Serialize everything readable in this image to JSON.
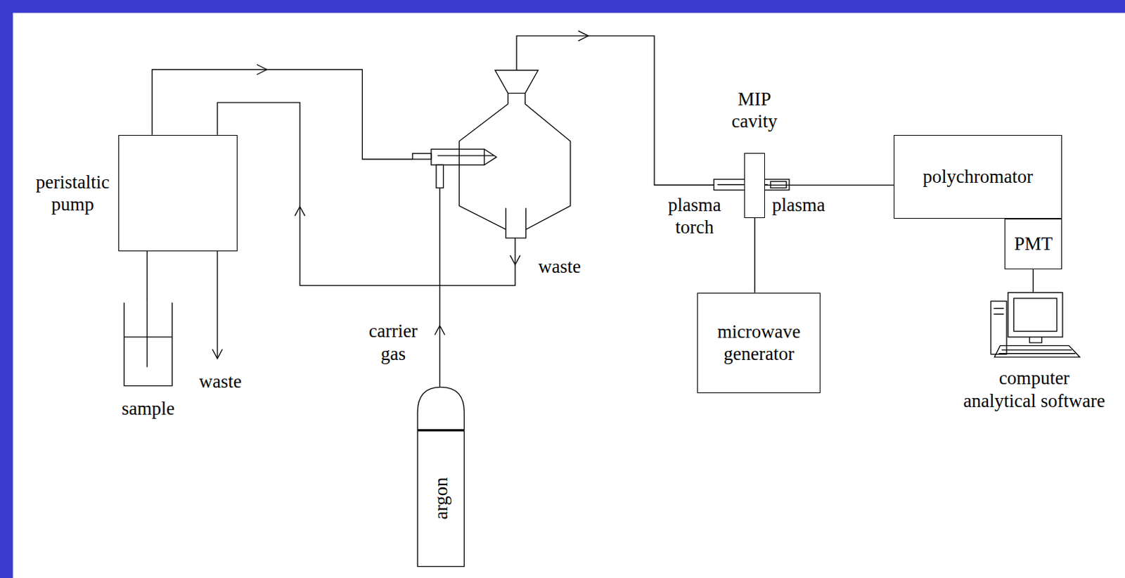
{
  "diagram": {
    "nodes": [
      {
        "text": [
          "peristaltic pump"
        ]
      },
      {
        "text": [
          "sample"
        ]
      },
      {
        "text": [
          "argon"
        ]
      },
      {
        "text": [
          "MIP cavity"
        ]
      },
      {
        "text": [
          "microwave generator"
        ]
      },
      {
        "text": [
          "polychromator"
        ]
      },
      {
        "text": [
          "PMT"
        ]
      },
      {
        "text": [
          "computer analytical software"
        ]
      }
    ],
    "edges": [
      {
        "from": 1,
        "to": 0,
        "arrow": "none"
      },
      {
        "from": 3,
        "to": 4,
        "arrow": "none"
      },
      {
        "from": 3,
        "to": 5,
        "arrow": "none"
      },
      {
        "from": 6,
        "to": 7,
        "arrow": "none"
      }
    ],
    "labels": [
      "waste",
      "carrier gas",
      "waste",
      "plasma torch",
      "plasma"
    ]
  }
}
